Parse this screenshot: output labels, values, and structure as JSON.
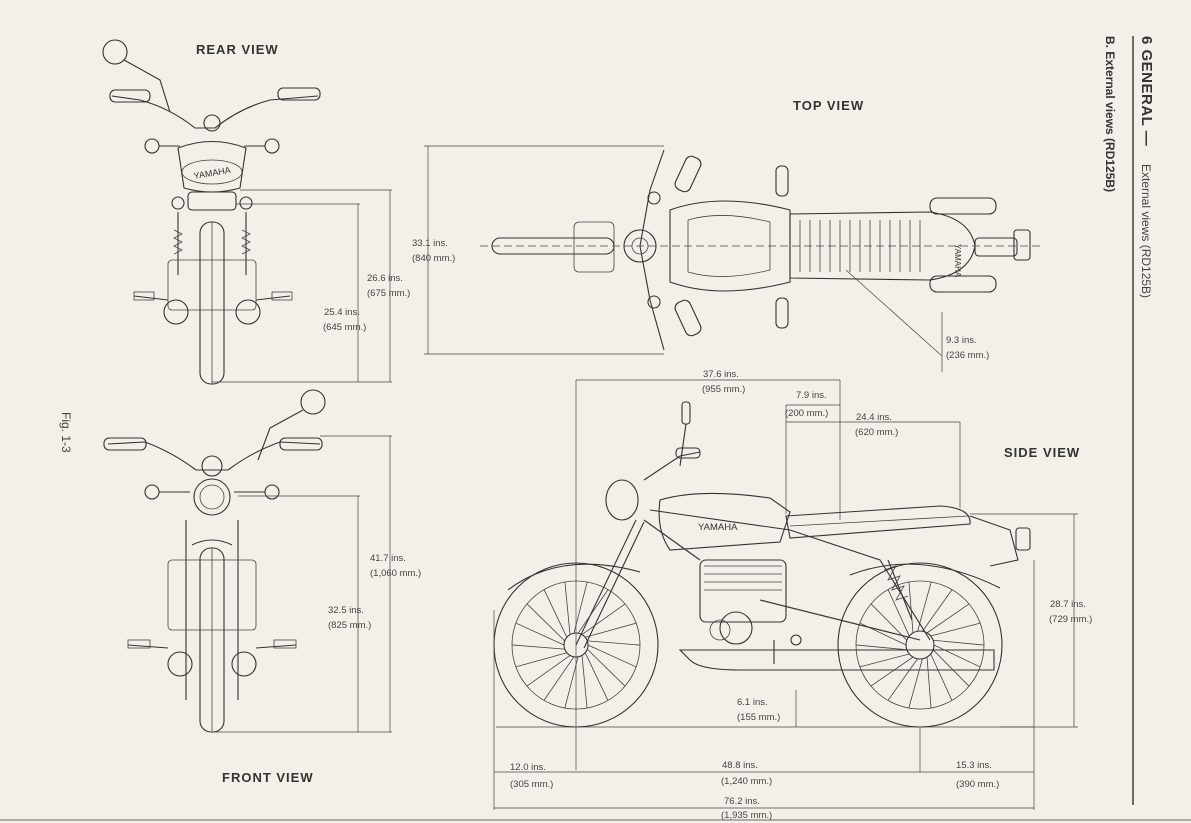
{
  "header": {
    "chapter": "6 GENERAL —",
    "chapter_topic": "External views (RD125B)",
    "section": "B.   External views (RD125B)"
  },
  "figure_label": "Fig. 1-3",
  "views": {
    "rear": "REAR VIEW",
    "front": "FRONT VIEW",
    "top": "TOP VIEW",
    "side": "SIDE VIEW"
  },
  "brand": "YAMAHA",
  "dimensions": {
    "rear_266": {
      "ins": "26.6 ins.",
      "mm": "(675 mm.)"
    },
    "rear_254": {
      "ins": "25.4 ins.",
      "mm": "(645 mm.)"
    },
    "top_331": {
      "ins": "33.1 ins.",
      "mm": "(840 mm.)"
    },
    "top_93": {
      "ins": "9.3 ins.",
      "mm": "(236 mm.)"
    },
    "front_417": {
      "ins": "41.7 ins.",
      "mm": "(1,060 mm.)"
    },
    "front_325": {
      "ins": "32.5 ins.",
      "mm": "(825 mm.)"
    },
    "side_376": {
      "ins": "37.6 ins.",
      "mm": "(955 mm.)"
    },
    "side_79": {
      "ins": "7.9 ins.",
      "mm": "(200 mm.)"
    },
    "side_244": {
      "ins": "24.4 ins.",
      "mm": "(620 mm.)"
    },
    "side_287": {
      "ins": "28.7 ins.",
      "mm": "(729 mm.)"
    },
    "side_61": {
      "ins": "6.1 ins.",
      "mm": "(155 mm.)"
    },
    "side_120": {
      "ins": "12.0 ins.",
      "mm": "(305 mm.)"
    },
    "side_488": {
      "ins": "48.8 ins.",
      "mm": "(1,240 mm.)"
    },
    "side_153": {
      "ins": "15.3 ins.",
      "mm": "(390 mm.)"
    },
    "side_762": {
      "ins": "76.2 ins.",
      "mm": "(1,935 mm.)"
    }
  }
}
